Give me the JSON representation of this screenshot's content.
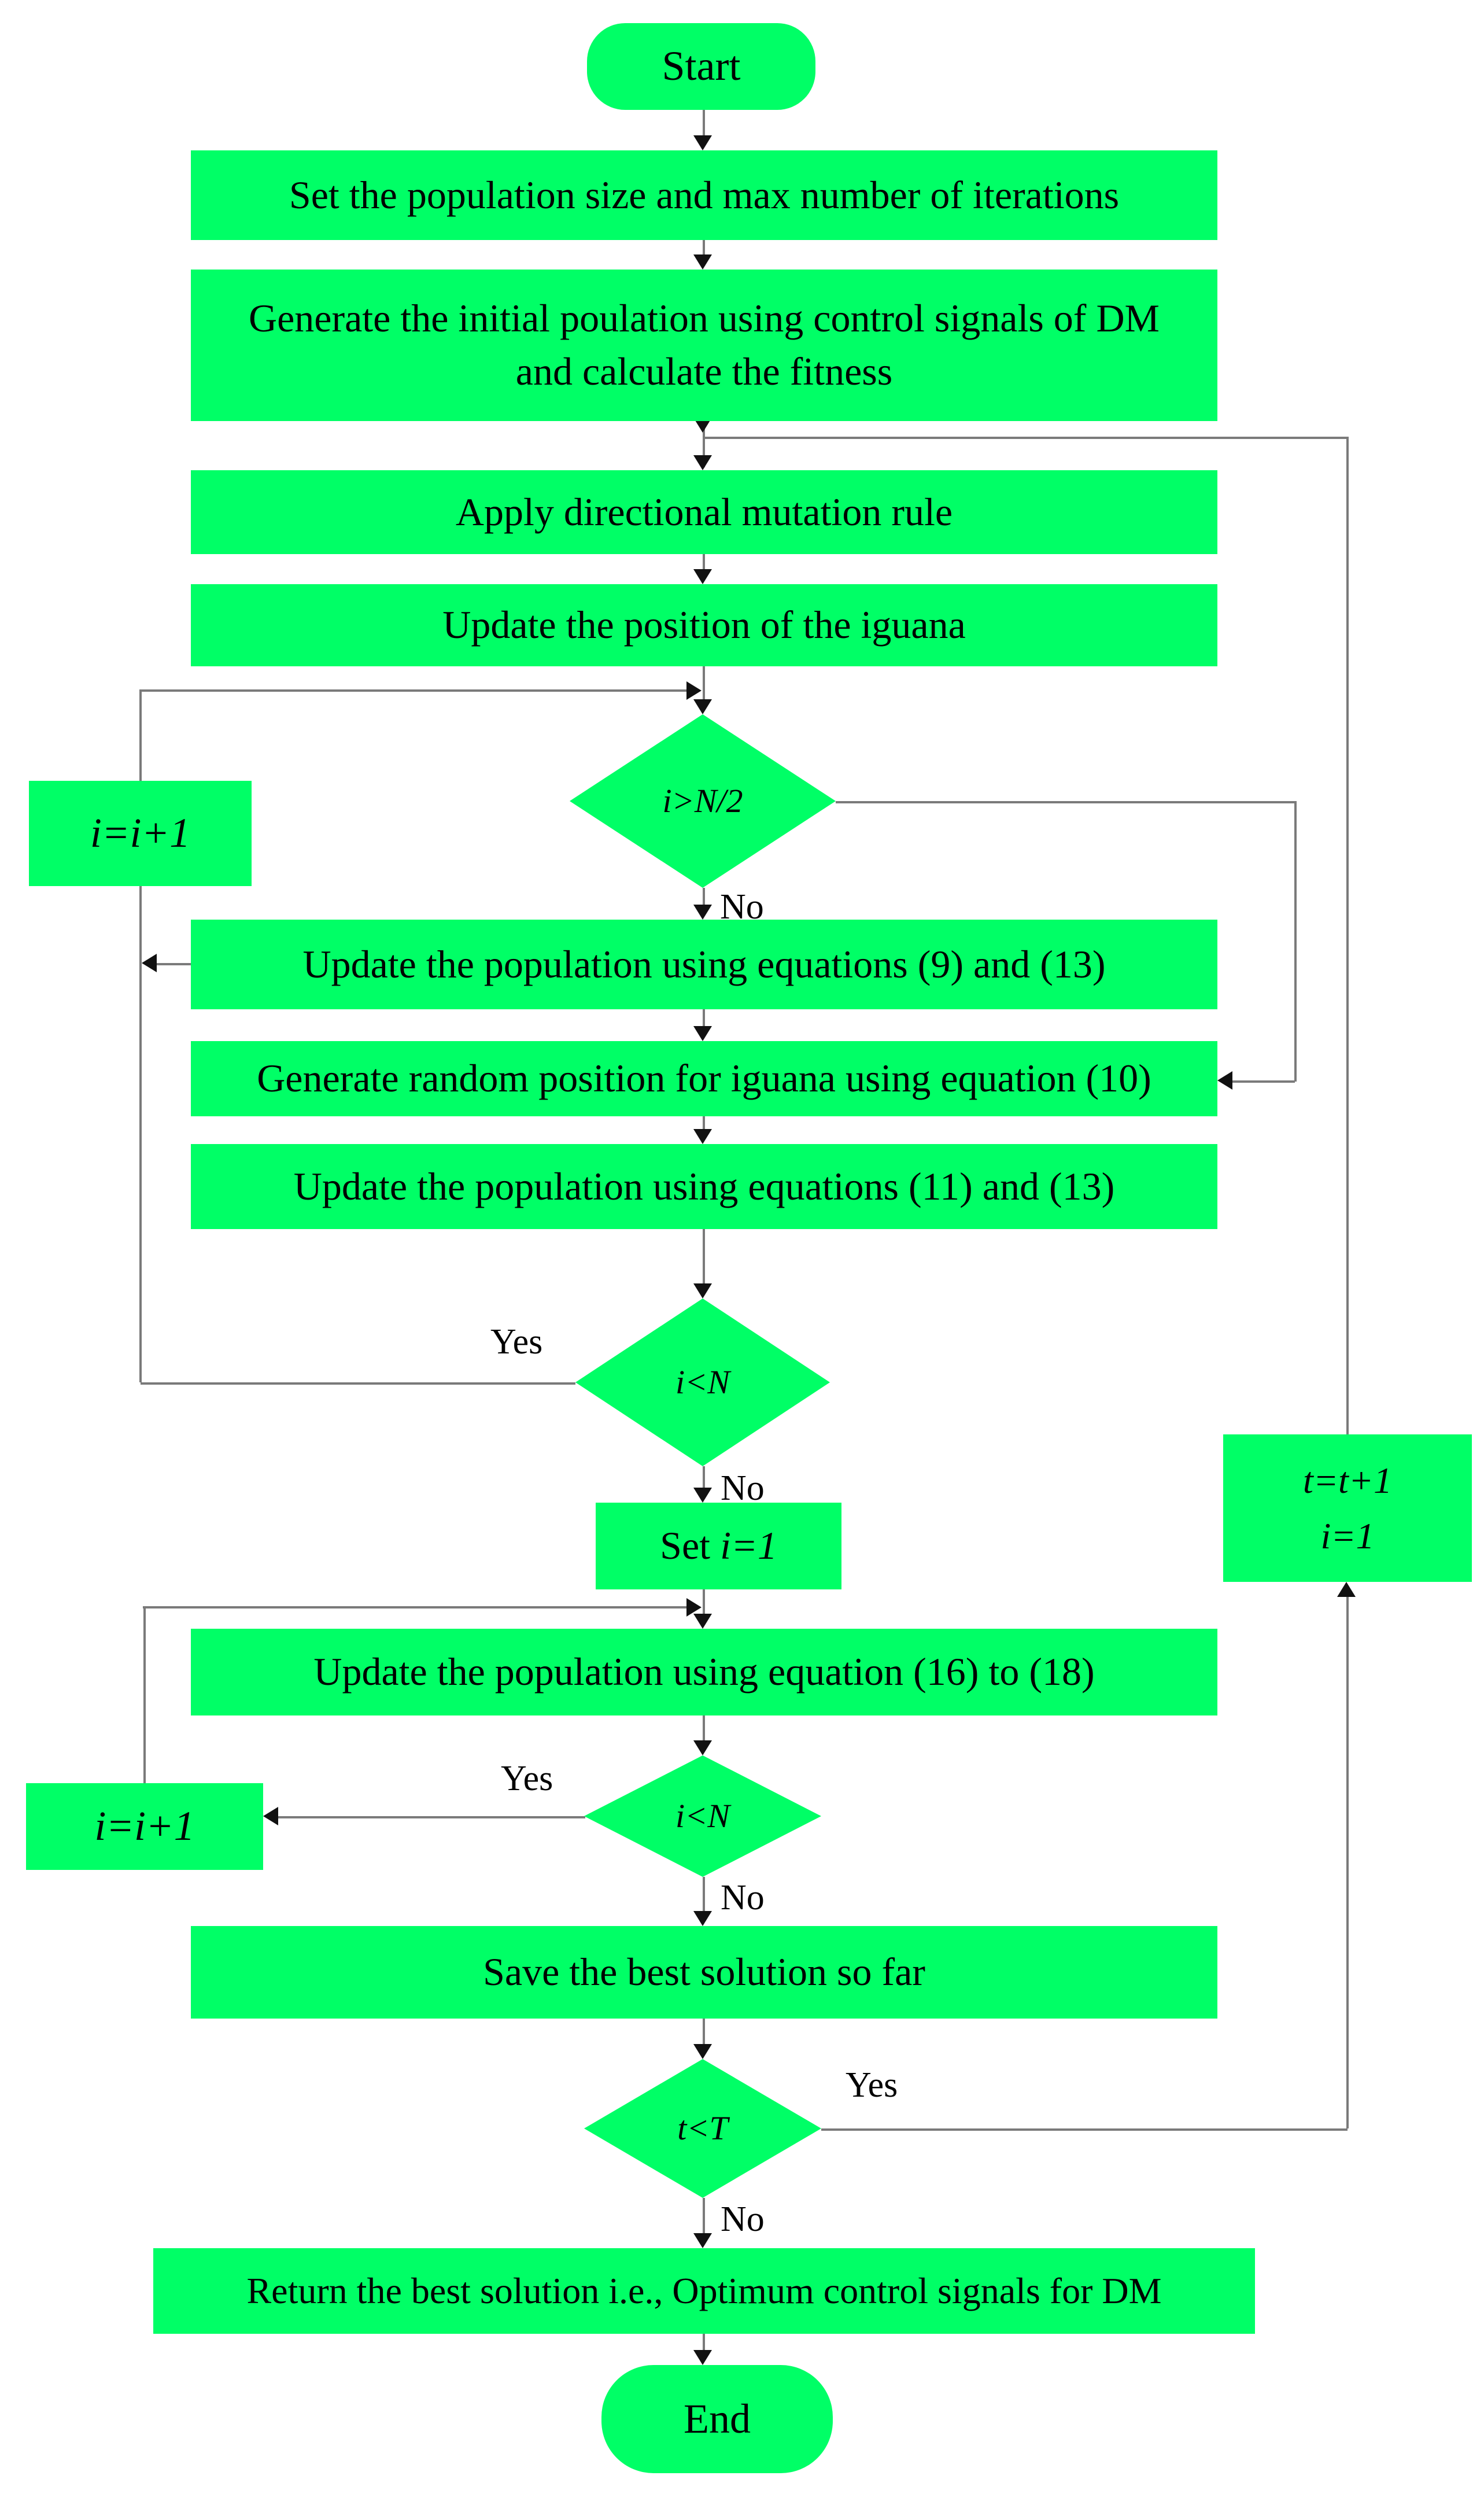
{
  "nodes": {
    "start": {
      "label": "Start"
    },
    "set_params": {
      "label": "Set the population size and max number of iterations"
    },
    "init_pop": {
      "line1": "Generate the initial poulation using control signals of DM",
      "line2": "and calculate the fitness"
    },
    "mutation": {
      "label": "Apply directional mutation rule"
    },
    "update_iguana": {
      "label": "Update the position of the iguana"
    },
    "cond_half": {
      "label": "i>N/2"
    },
    "inc_i_1": {
      "label": "i=i+1"
    },
    "update_9_13": {
      "label": "Update the population using equations (9) and (13)"
    },
    "random_pos": {
      "label": "Generate random position for iguana using equation (10)"
    },
    "update_11_13": {
      "label": "Update the population using equations (11) and (13)"
    },
    "cond_iN_1": {
      "label": "i<N"
    },
    "set_i": {
      "prefix": "Set ",
      "value": "i=1"
    },
    "update_16_18": {
      "label": "Update the population using equation (16) to (18)"
    },
    "cond_iN_2": {
      "label": "i<N"
    },
    "inc_i_2": {
      "label": "i=i+1"
    },
    "save_best": {
      "label": "Save the best solution so far"
    },
    "cond_tT": {
      "label": "t<T"
    },
    "inc_t": {
      "line1": "t=t+1",
      "line2": "i=1"
    },
    "return_best": {
      "label": "Return the best solution i.e., Optimum control signals for DM"
    },
    "end": {
      "label": "End"
    }
  },
  "branch_labels": {
    "no_half": "No",
    "yes_iN_1": "Yes",
    "no_iN_1": "No",
    "yes_iN_2": "Yes",
    "no_iN_2": "No",
    "yes_tT": "Yes",
    "no_tT": "No"
  },
  "colors": {
    "shape_fill": "#00ff66",
    "connector": "#7a7a7a",
    "arrowhead": "#111111",
    "text": "#000000",
    "background": "#ffffff"
  }
}
